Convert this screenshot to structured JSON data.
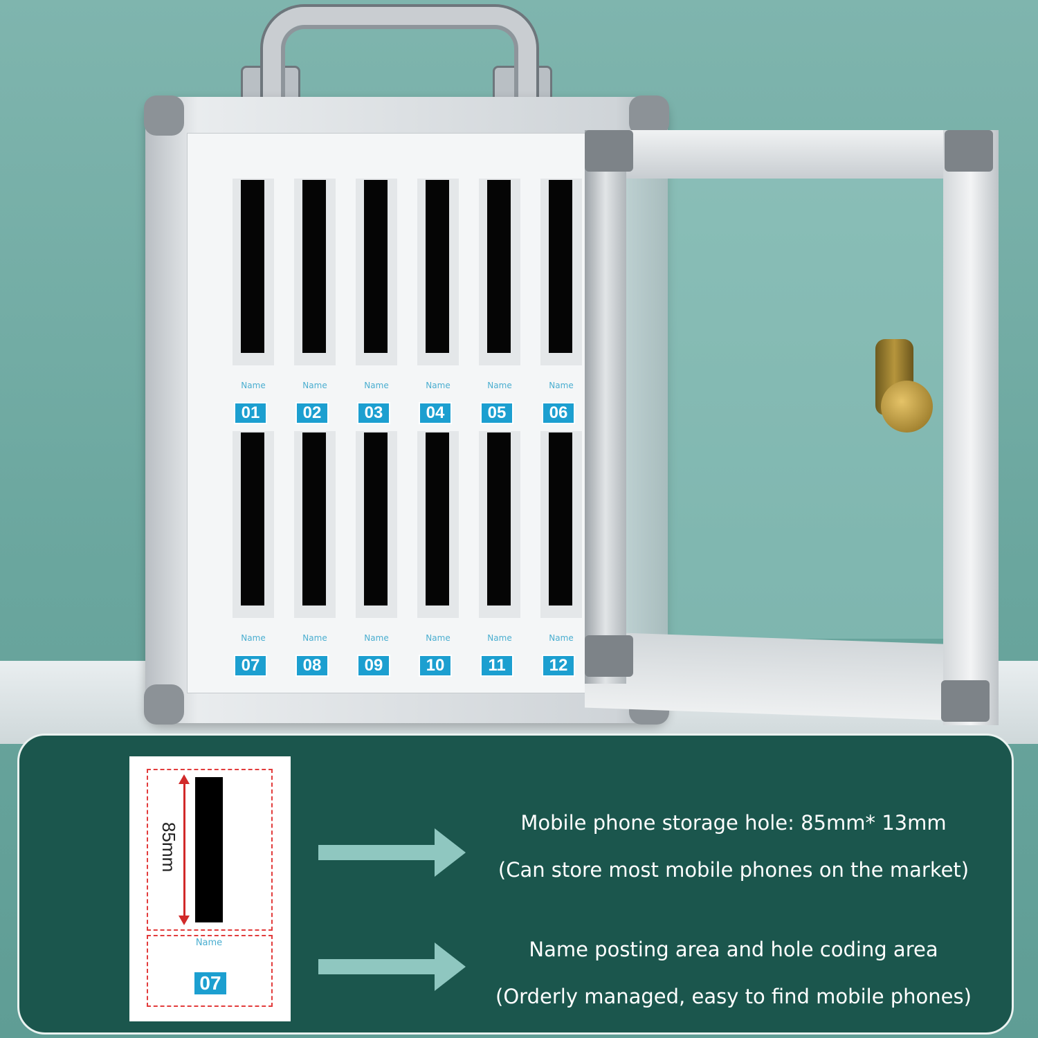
{
  "slots": [
    {
      "name": "Name",
      "number": "01"
    },
    {
      "name": "Name",
      "number": "02"
    },
    {
      "name": "Name",
      "number": "03"
    },
    {
      "name": "Name",
      "number": "04"
    },
    {
      "name": "Name",
      "number": "05"
    },
    {
      "name": "Name",
      "number": "06"
    },
    {
      "name": "Name",
      "number": "07"
    },
    {
      "name": "Name",
      "number": "08"
    },
    {
      "name": "Name",
      "number": "09"
    },
    {
      "name": "Name",
      "number": "10"
    },
    {
      "name": "Name",
      "number": "11"
    },
    {
      "name": "Name",
      "number": "12"
    }
  ],
  "diagram": {
    "measurement": "85mm",
    "name_label": "Name",
    "number": "07"
  },
  "info": {
    "line1": "Mobile phone storage hole: 85mm* 13mm",
    "line2": "(Can store most mobile phones on the market)",
    "line3": "Name posting area and hole coding area",
    "line4": "(Orderly managed, easy to find mobile phones)"
  },
  "colors": {
    "background": "#6aa69e",
    "info_box": "#1b564d",
    "label_blue": "#1c9fd0",
    "dash_red": "#e23b3b",
    "arrow": "#8fc7c0"
  }
}
